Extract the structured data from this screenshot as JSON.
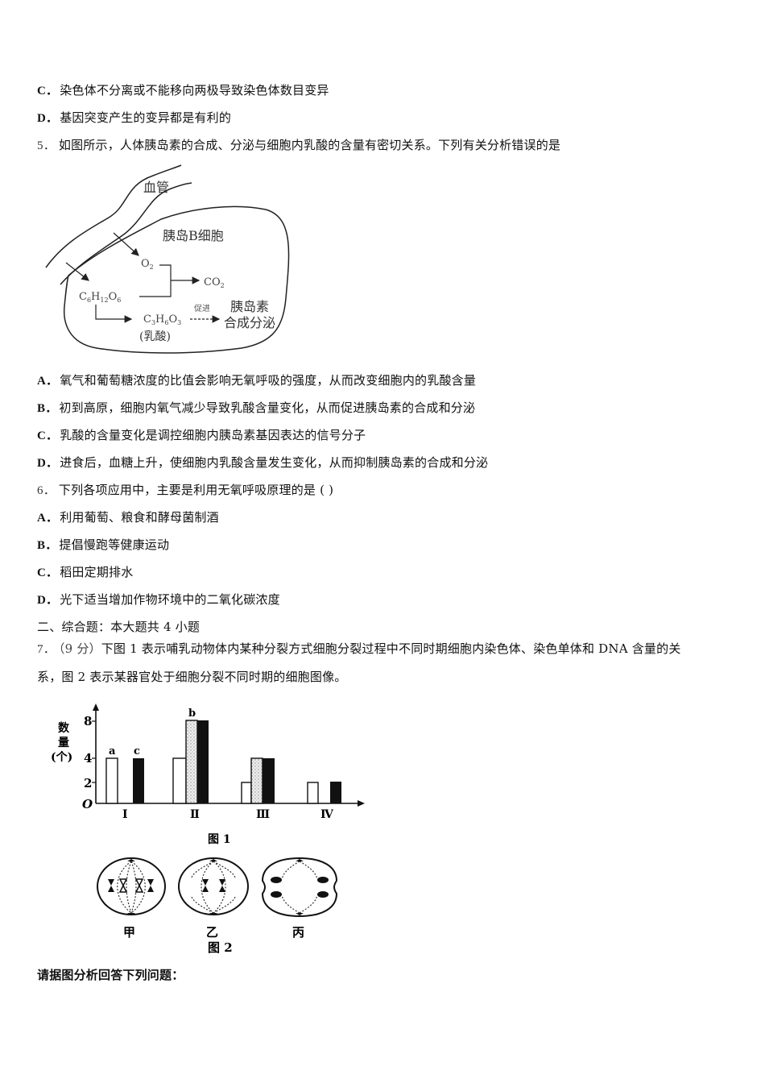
{
  "q4_options_tail": [
    {
      "letter": "C．",
      "text": "染色体不分离或不能移向两极导致染色体数目变异"
    },
    {
      "letter": "D．",
      "text": "基因突变产生的变异都是有利的"
    }
  ],
  "q5": {
    "number": "5．",
    "stem": "如图所示，人体胰岛素的合成、分泌与细胞内乳酸的含量有密切关系。下列有关分析错误的是",
    "figure": {
      "vessel_label": "血管",
      "cell_label": "胰岛B细胞",
      "o2": "O",
      "o2_sub": "2",
      "co2": "CO",
      "co2_sub": "2",
      "glucose": [
        "C",
        "6",
        "H",
        "12",
        "O",
        "6"
      ],
      "lactate": [
        "C",
        "3",
        "H",
        "6",
        "O",
        "3"
      ],
      "lactate_name": "(乳酸)",
      "promote": "促进",
      "insulin_line1": "胰岛素",
      "insulin_line2": "合成分泌"
    },
    "options": [
      {
        "letter": "A．",
        "text": "氧气和葡萄糖浓度的比值会影响无氧呼吸的强度，从而改变细胞内的乳酸含量"
      },
      {
        "letter": "B．",
        "text": "初到高原，细胞内氧气减少导致乳酸含量变化，从而促进胰岛素的合成和分泌"
      },
      {
        "letter": "C．",
        "text": "乳酸的含量变化是调控细胞内胰岛素基因表达的信号分子"
      },
      {
        "letter": "D．",
        "text": "进食后，血糖上升，使细胞内乳酸含量发生变化，从而抑制胰岛素的合成和分泌"
      }
    ]
  },
  "q6": {
    "number": "6．",
    "stem": "下列各项应用中，主要是利用无氧呼吸原理的是 ( )",
    "options": [
      {
        "letter": "A．",
        "text": "利用葡萄、粮食和酵母菌制酒"
      },
      {
        "letter": "B．",
        "text": "提倡慢跑等健康运动"
      },
      {
        "letter": "C．",
        "text": "稻田定期排水"
      },
      {
        "letter": "D．",
        "text": "光下适当增加作物环境中的二氧化碳浓度"
      }
    ]
  },
  "section2": {
    "title": "二、综合题：本大题共 4 小题"
  },
  "q7": {
    "number": "7．",
    "score": "（9 分）",
    "stem_line1": "下图 1 表示哺乳动物体内某种分裂方式细胞分裂过程中不同时期细胞内染色体、染色单体和 DNA 含量的关",
    "stem_line2": "系，图 2 表示某器官处于细胞分裂不同时期的细胞图像。",
    "fig1_caption": "图 1",
    "fig2_caption": "图 2",
    "fig2_cells": [
      "甲",
      "乙",
      "丙"
    ],
    "prompt": "请据图分析回答下列问题："
  },
  "chart_data": {
    "type": "bar",
    "title": "图 1",
    "xlabel": "",
    "ylabel": "数量(个)",
    "origin_label": "O",
    "categories": [
      "I",
      "II",
      "III",
      "IV"
    ],
    "category_labels": [
      "Ⅰ",
      "Ⅱ",
      "Ⅲ",
      "Ⅳ"
    ],
    "yticks": [
      2,
      4,
      8
    ],
    "ylim": [
      0,
      9
    ],
    "grid": false,
    "series": [
      {
        "name": "a",
        "style": "white",
        "values": [
          4,
          4,
          2,
          2
        ]
      },
      {
        "name": "b",
        "style": "dotted",
        "values": [
          0,
          8,
          4,
          0
        ]
      },
      {
        "name": "c",
        "style": "black",
        "values": [
          4,
          8,
          4,
          2
        ]
      }
    ],
    "annotations": [
      "a",
      "b",
      "c"
    ]
  }
}
